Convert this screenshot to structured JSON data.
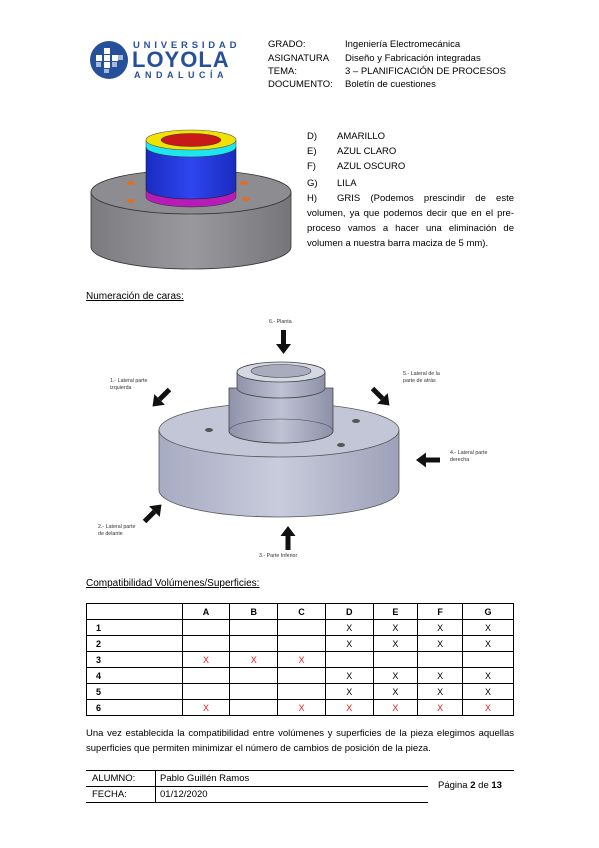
{
  "logo": {
    "line1": "UNIVERSIDAD",
    "line2": "LOYOLA",
    "line3": "ANDALUCÍA",
    "color": "#27509b"
  },
  "header": {
    "rows": [
      {
        "key": "GRADO:",
        "value": "Ingeniería Electromecánica"
      },
      {
        "key": "ASIGNATURA",
        "value": "Diseño y Fabricación integradas"
      },
      {
        "key": "TEMA:",
        "value": "3 – PLANIFICACIÓN DE PROCESOS"
      },
      {
        "key": "DOCUMENTO:",
        "value": "Boletín de cuestiones"
      }
    ]
  },
  "volumes": {
    "items": [
      {
        "letter": "D)",
        "label": "AMARILLO"
      },
      {
        "letter": "E)",
        "label": "AZUL CLARO"
      },
      {
        "letter": "F)",
        "label": "AZUL OSCURO"
      },
      {
        "letter": "G)",
        "label": "LILA"
      },
      {
        "letter": "H)",
        "label": "GRIS"
      }
    ],
    "gris_note_line1": "(Podemos prescindir de este",
    "gris_note_rest": "volumen, ya que podemos decir que en el pre-proceso vamos a hacer una eliminación de volumen a nuestra barra maciza de 5 mm).",
    "colors": {
      "yellow": "#f2e200",
      "cyan": "#1ee6ee",
      "red": "#c81818",
      "blue": "#1f35e0",
      "lila": "#c020c0",
      "gris": "#8a8a8e"
    }
  },
  "faces": {
    "title": "Numeración de caras:",
    "labels": {
      "f6": "6.- Planta",
      "f1a": "1.- Lateral parte",
      "f1b": "izquierda",
      "f5a": "5.- Lateral de la",
      "f5b": "parte de atrás",
      "f4a": "4.- Lateral parte",
      "f4b": "derecha",
      "f2a": "2.- Lateral parte",
      "f2b": "de delante",
      "f3": "3.- Parte Inferior"
    }
  },
  "compat": {
    "title": "Compatibilidad Volúmenes/Superficies:",
    "columns": [
      "",
      "A",
      "B",
      "C",
      "D",
      "E",
      "F",
      "G"
    ],
    "rows": [
      {
        "label": "1",
        "cells": [
          "",
          "",
          "",
          "X",
          "X",
          "X",
          "X"
        ]
      },
      {
        "label": "2",
        "cells": [
          "",
          "",
          "",
          "X",
          "X",
          "X",
          "X"
        ]
      },
      {
        "label": "3",
        "cells": [
          "X",
          "X",
          "X",
          "",
          "",
          "",
          ""
        ]
      },
      {
        "label": "4",
        "cells": [
          "",
          "",
          "",
          "X",
          "X",
          "X",
          "X"
        ]
      },
      {
        "label": "5",
        "cells": [
          "",
          "",
          "",
          "X",
          "X",
          "X",
          "X"
        ]
      },
      {
        "label": "6",
        "cells": [
          "X",
          "",
          "X",
          "X",
          "X",
          "X",
          "X"
        ]
      }
    ],
    "red_marks": [
      [
        2,
        0
      ],
      [
        2,
        1
      ],
      [
        2,
        2
      ],
      [
        5,
        0
      ],
      [
        5,
        2
      ],
      [
        5,
        3
      ],
      [
        5,
        4
      ],
      [
        5,
        5
      ],
      [
        5,
        6
      ]
    ]
  },
  "conclusion": "Una vez establecida la compatibilidad entre volúmenes y superficies de la pieza elegimos aquellas superficies que permiten minimizar el número de cambios de posición de la pieza.",
  "footer": {
    "alumno_label": "ALUMNO:",
    "alumno_value": "Pablo Guillén Ramos",
    "fecha_label": "FECHA:",
    "fecha_value": "01/12/2020",
    "page_prefix": "Página",
    "page_current": "2",
    "page_sep": "de",
    "page_total": "13"
  }
}
